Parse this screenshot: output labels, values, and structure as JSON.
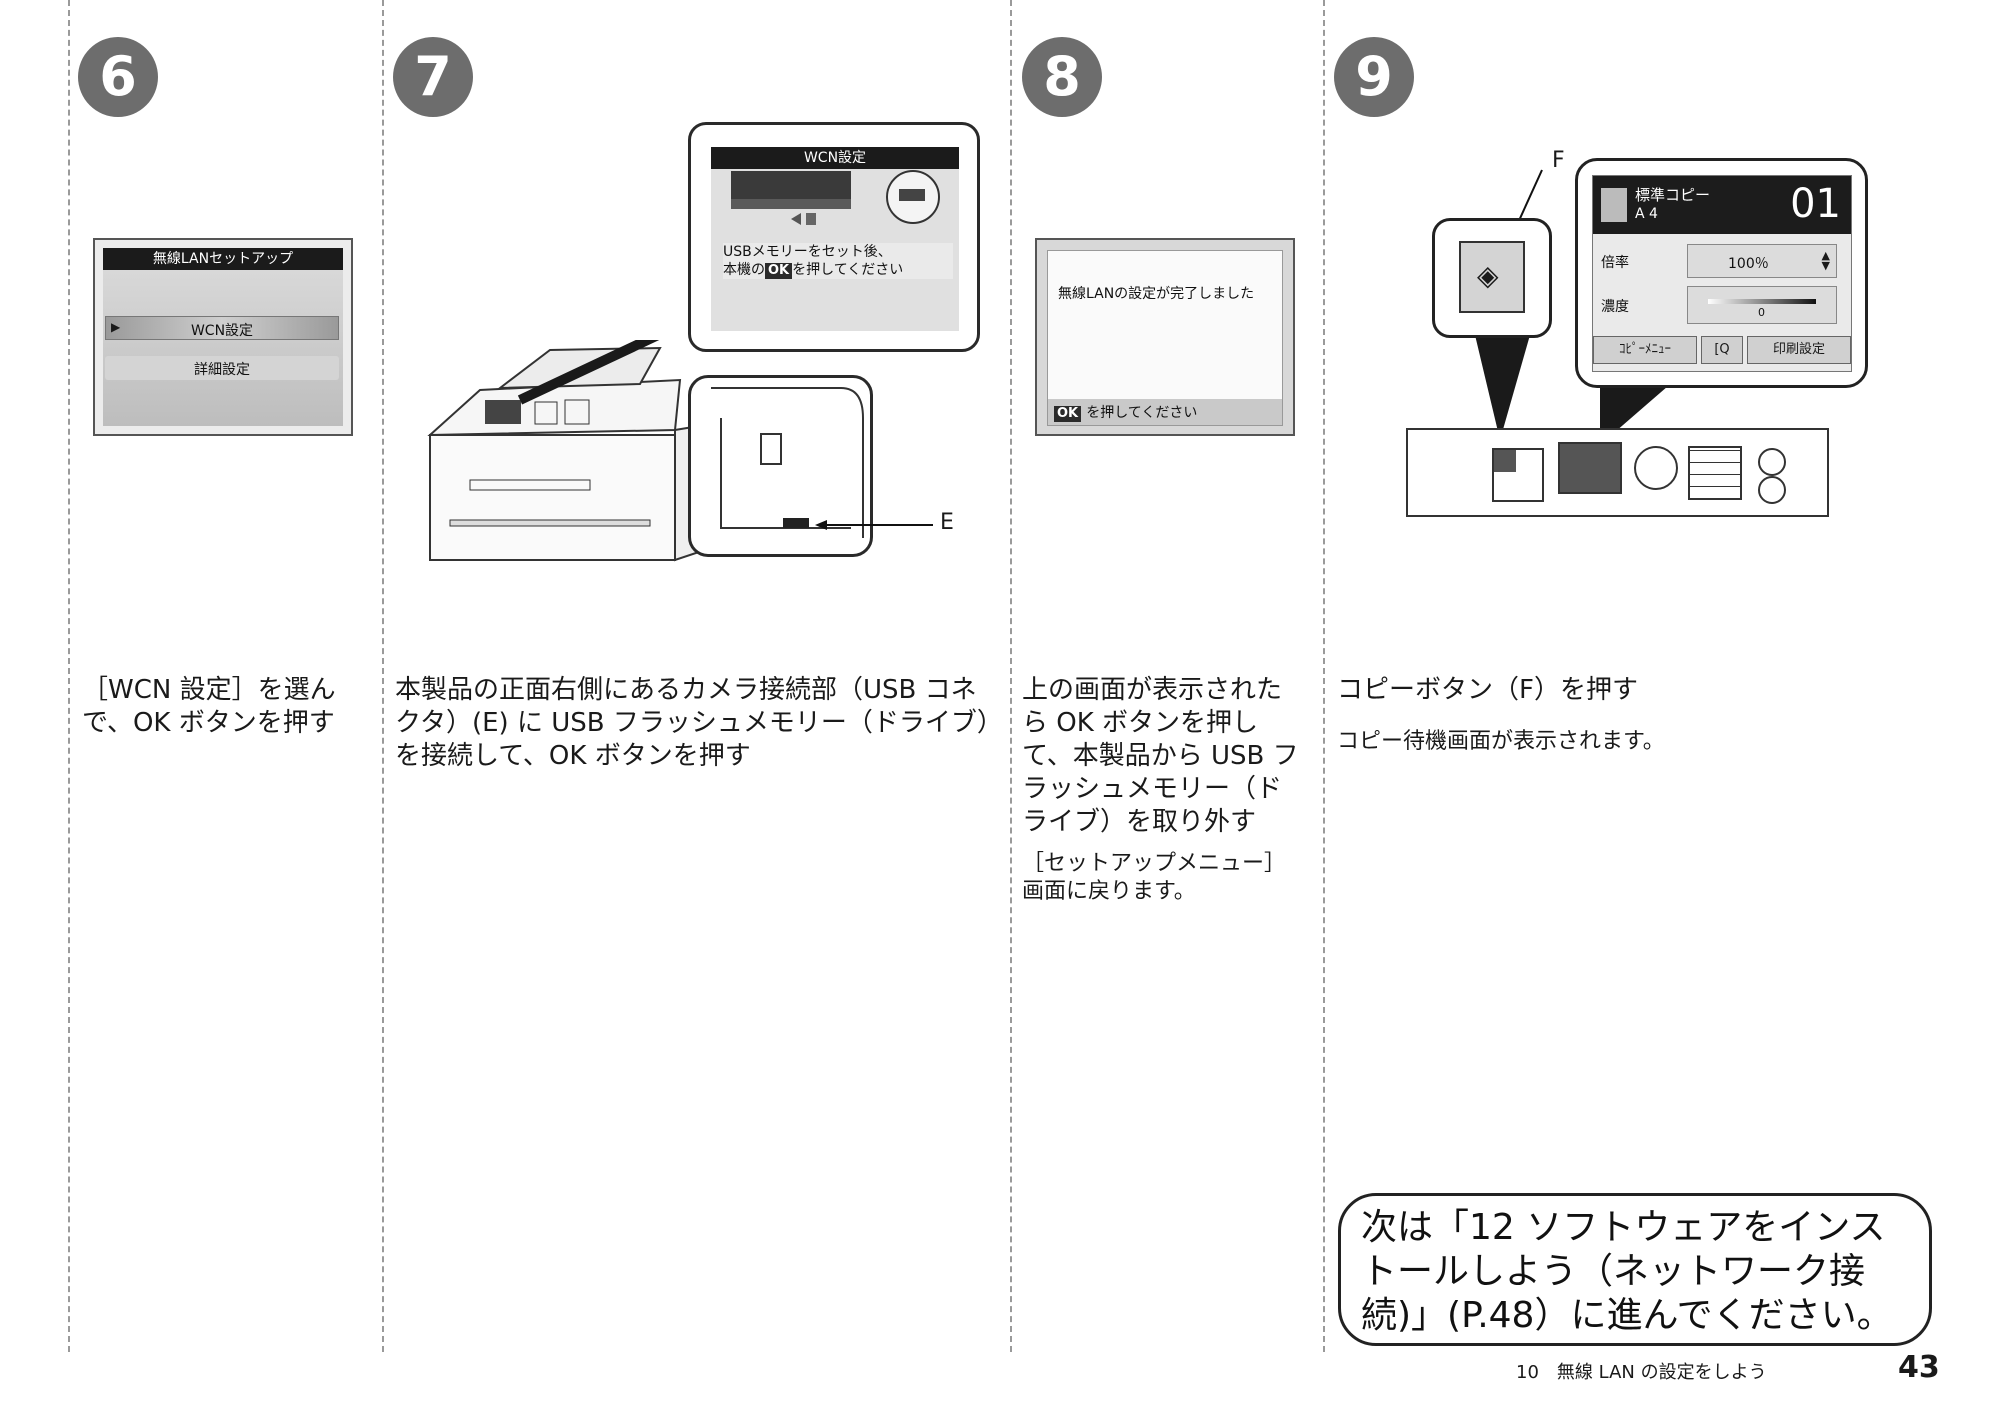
{
  "steps": {
    "s6": {
      "number": "6",
      "heading": "［WCN 設定］を選んで、OK ボタンを押す",
      "screen": {
        "title": "無線LANセットアップ",
        "item_selected": "WCN設定",
        "item_2": "詳細設定"
      }
    },
    "s7": {
      "number": "7",
      "heading": "本製品の正面右側にあるカメラ接続部（USB コネクタ）(E) に USB フラッシュメモリー（ドライブ）を接続して、OK ボタンを押す",
      "screen": {
        "title": "WCN設定",
        "message_line1": "USBメモリーをセット後、",
        "message_line2_before": "本機の",
        "ok_label": "OK",
        "message_line2_after": "を押してください"
      },
      "callout_label": "E"
    },
    "s8": {
      "number": "8",
      "heading": "上の画面が表示されたら OK ボタンを押して、本製品から USB フラッシュメモリー（ドライブ）を取り外す",
      "note": "［セットアップメニュー］画面に戻ります。",
      "screen": {
        "message": "無線LANの設定が完了しました",
        "ok_label": "OK",
        "footer": "を押してください"
      }
    },
    "s9": {
      "number": "9",
      "heading": "コピーボタン（F）を押す",
      "note": "コピー待機画面が表示されます。",
      "callout_label": "F",
      "screen": {
        "mode": "標準コピー",
        "paper": "A 4",
        "copies": "01",
        "ratio_label": "倍率",
        "ratio_value": "100％",
        "density_label": "濃度",
        "density_value": "0",
        "btn_menu": "ｺﾋﾟｰﾒﾆｭｰ",
        "btn_preview": "[Q",
        "btn_print": "印刷設定"
      }
    }
  },
  "next": "次は「12 ソフトウェアをインストールしよう（ネットワーク接続)」(P.48）に進んでください。",
  "footer": {
    "section": "10　無線 LAN の設定をしよう",
    "page": "43"
  }
}
